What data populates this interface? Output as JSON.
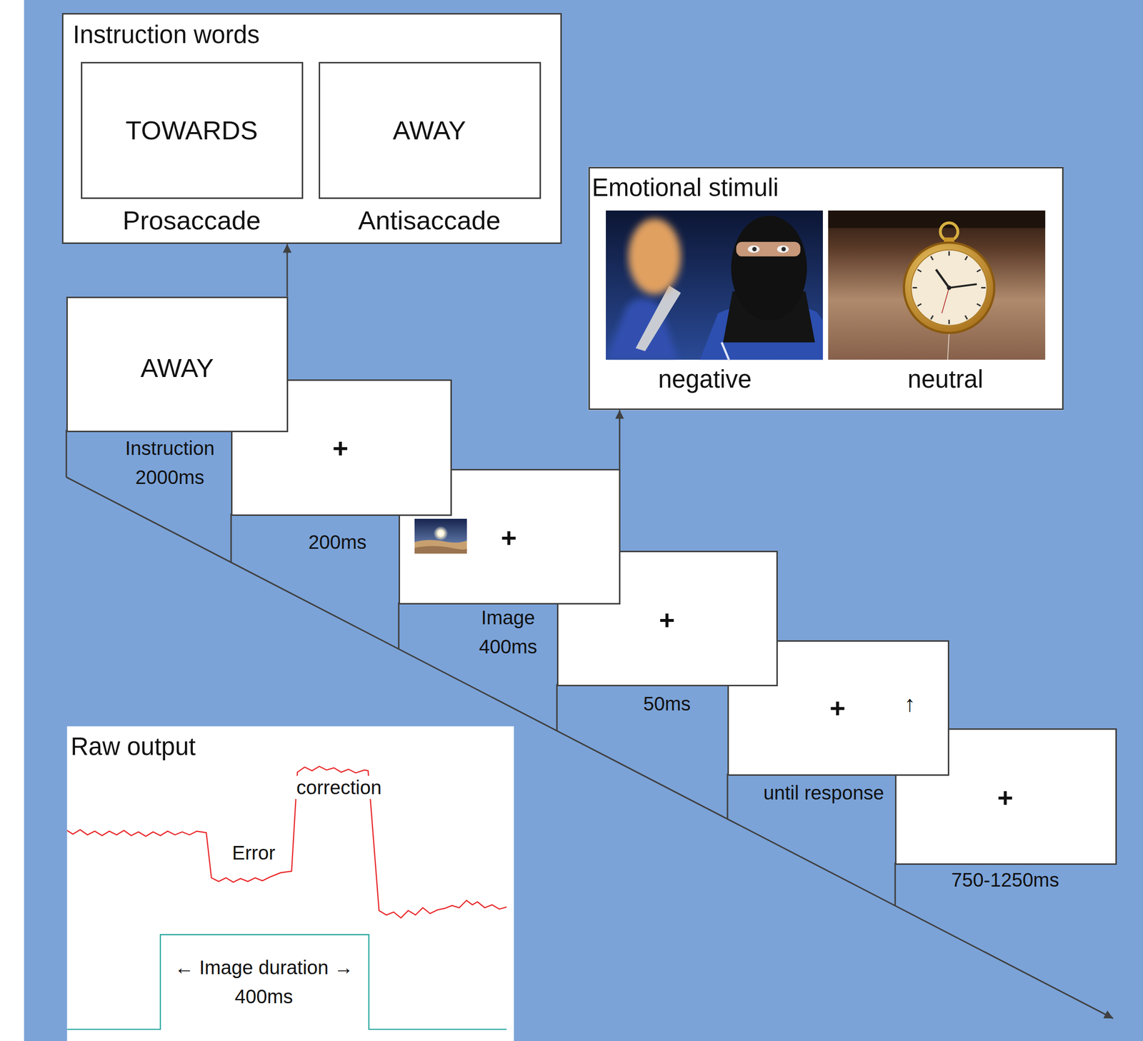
{
  "diagram": {
    "nodes": [
      {
        "text": [
          "Instruction words"
        ]
      },
      {
        "text": [
          "TOWARDS",
          "Prosaccade"
        ],
        "in": 0
      },
      {
        "text": [
          "AWAY",
          "Antisaccade"
        ],
        "in": 0
      },
      {
        "text": [
          "Emotional stimuli"
        ]
      },
      {
        "text": [
          "negative"
        ],
        "in": 3
      },
      {
        "text": [
          "neutral"
        ],
        "in": 3
      },
      {
        "text": [
          "AWAY",
          "Instruction 2000ms"
        ]
      },
      {
        "text": [
          "+",
          "200ms"
        ]
      },
      {
        "text": [
          "+",
          "Image 400ms"
        ]
      },
      {
        "text": [
          "+",
          "50ms"
        ]
      },
      {
        "text": [
          "+",
          "↑",
          "until response"
        ]
      },
      {
        "text": [
          "+",
          "750-1250ms"
        ]
      },
      {
        "text": [
          "Raw output",
          "correction",
          "Error",
          "← Image duration → 400ms"
        ]
      }
    ],
    "edges": [
      {
        "from": 6,
        "to": 0,
        "arrow": "to"
      },
      {
        "from": 8,
        "to": 3,
        "arrow": "to"
      }
    ]
  }
}
